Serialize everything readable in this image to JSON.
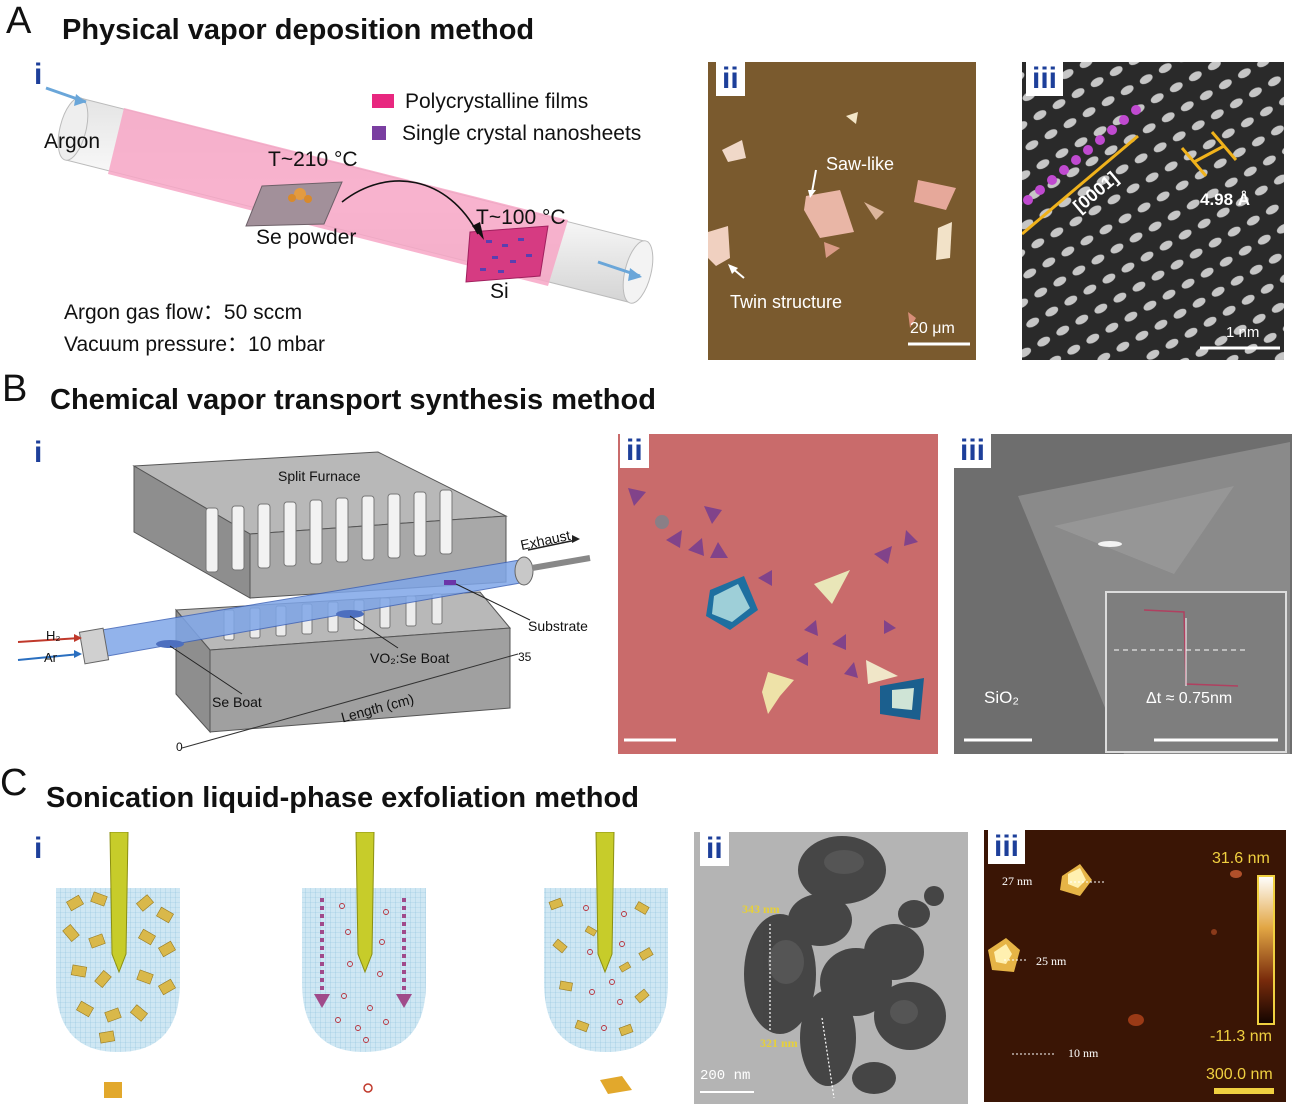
{
  "sections": {
    "A": {
      "letter": "A",
      "title": "Physical vapor deposition method"
    },
    "B": {
      "letter": "B",
      "title": "Chemical vapor transport synthesis method"
    },
    "C": {
      "letter": "C",
      "title": "Sonication liquid-phase exfoliation method"
    }
  },
  "sub_labels": {
    "i": "i",
    "ii": "ii",
    "iii": "iii"
  },
  "panelA": {
    "i": {
      "argon_in": "Argon",
      "legend_poly": "Polycrystalline films",
      "legend_single": "Single crystal nanosheets",
      "temp_hot": "T~210 °C",
      "temp_cold": "T~100 °C",
      "se_powder": "Se powder",
      "si": "Si",
      "flow": "Argon gas flow：50 sccm",
      "pressure": "Vacuum pressure：10 mbar",
      "colors": {
        "tube_glow": "#f7a6c6",
        "poly": "#e8277f",
        "single": "#7a3ea1"
      }
    },
    "ii": {
      "saw": "Saw-like",
      "twin": "Twin structure",
      "scale": "20 μm",
      "bg": "#7a5a2e"
    },
    "iii": {
      "direction": "[0001]",
      "spacing": "4.98 Å",
      "scale": "1 nm"
    }
  },
  "panelB": {
    "i": {
      "furnace": "Split Furnace",
      "exhaust": "Exhaust",
      "substrate": "Substrate",
      "h2": "H₂",
      "ar": "Ar",
      "vo2_boat": "VO₂:Se Boat",
      "se_boat": "Se Boat",
      "length": "Length (cm)",
      "tick0": "0",
      "tick35": "35"
    },
    "ii": {
      "bg": "#c96b6b"
    },
    "iii": {
      "sio2": "SiO₂",
      "step": "Δt ≈ 0.75nm"
    }
  },
  "panelC": {
    "ii": {
      "len1": "343 nm",
      "len2": "321 nm",
      "scale": "200 nm"
    },
    "iii": {
      "h1": "27 nm",
      "h2": "25 nm",
      "h3": "10 nm",
      "cmax": "31.6 nm",
      "cmin": "-11.3 nm",
      "scale": "300.0 nm"
    }
  }
}
